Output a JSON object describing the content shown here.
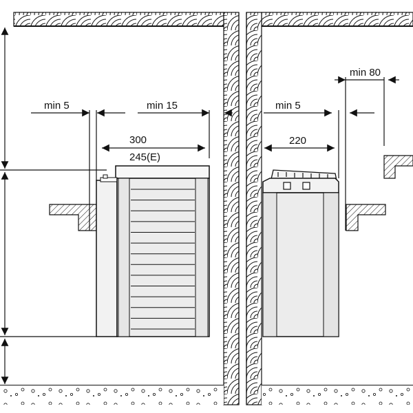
{
  "labels": {
    "left_min_wall": "min 5",
    "left_min_ceiling": "min 15",
    "left_width_a": "300",
    "left_width_b": "245(E)",
    "right_min_wall": "min 5",
    "right_width": "220",
    "right_min_side": "min 80"
  },
  "colors": {
    "line": "#111111",
    "heater_fill": "#f2f2f2",
    "heater_panel": "#ececec",
    "floor_fill": "#ffffff"
  },
  "icons": {
    "wall_pattern": "wood-grain-icon",
    "floor_pattern": "gravel-icon",
    "arrow": "arrowhead-icon"
  }
}
